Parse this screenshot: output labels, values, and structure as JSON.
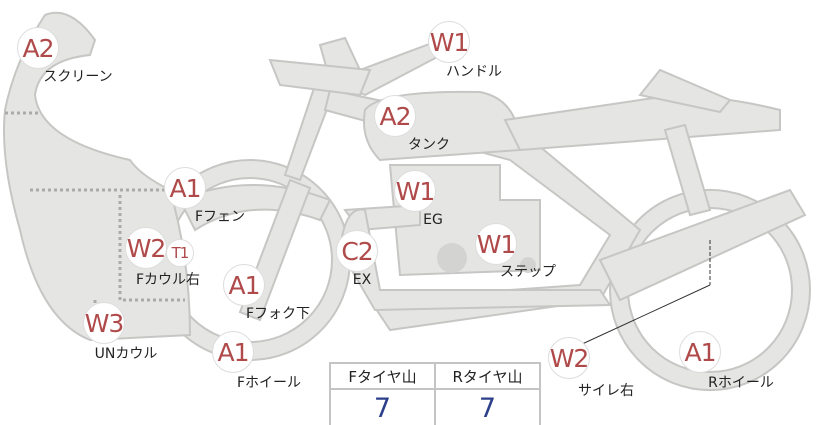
{
  "colors": {
    "part_fill": "#e5e5e3",
    "part_stroke": "#c6c6c4",
    "marker_text": "#b04a4a",
    "value_text": "#2c3f8a"
  },
  "markers": [
    {
      "code": "A2",
      "label": "スクリーン"
    },
    {
      "code": "W1",
      "label": "ハンドル"
    },
    {
      "code": "A2",
      "label": "タンク"
    },
    {
      "code": "A1",
      "label": "Fフェン"
    },
    {
      "code": "W1",
      "label": "EG"
    },
    {
      "code": "C2",
      "label": "EX"
    },
    {
      "code": "W1",
      "label": "ステップ"
    },
    {
      "code": "W2",
      "sub": "T1",
      "label": "Fカウル右"
    },
    {
      "code": "A1",
      "label": "Fフォク下"
    },
    {
      "code": "W3",
      "label": "UNカウル"
    },
    {
      "code": "A1",
      "label": "Fホイール"
    },
    {
      "code": "W2",
      "label": "サイレ右"
    },
    {
      "code": "A1",
      "label": "Rホイール"
    }
  ],
  "tire_table": {
    "headers": [
      "Fタイヤ山",
      "Rタイヤ山"
    ],
    "values": [
      "7",
      "7"
    ]
  }
}
